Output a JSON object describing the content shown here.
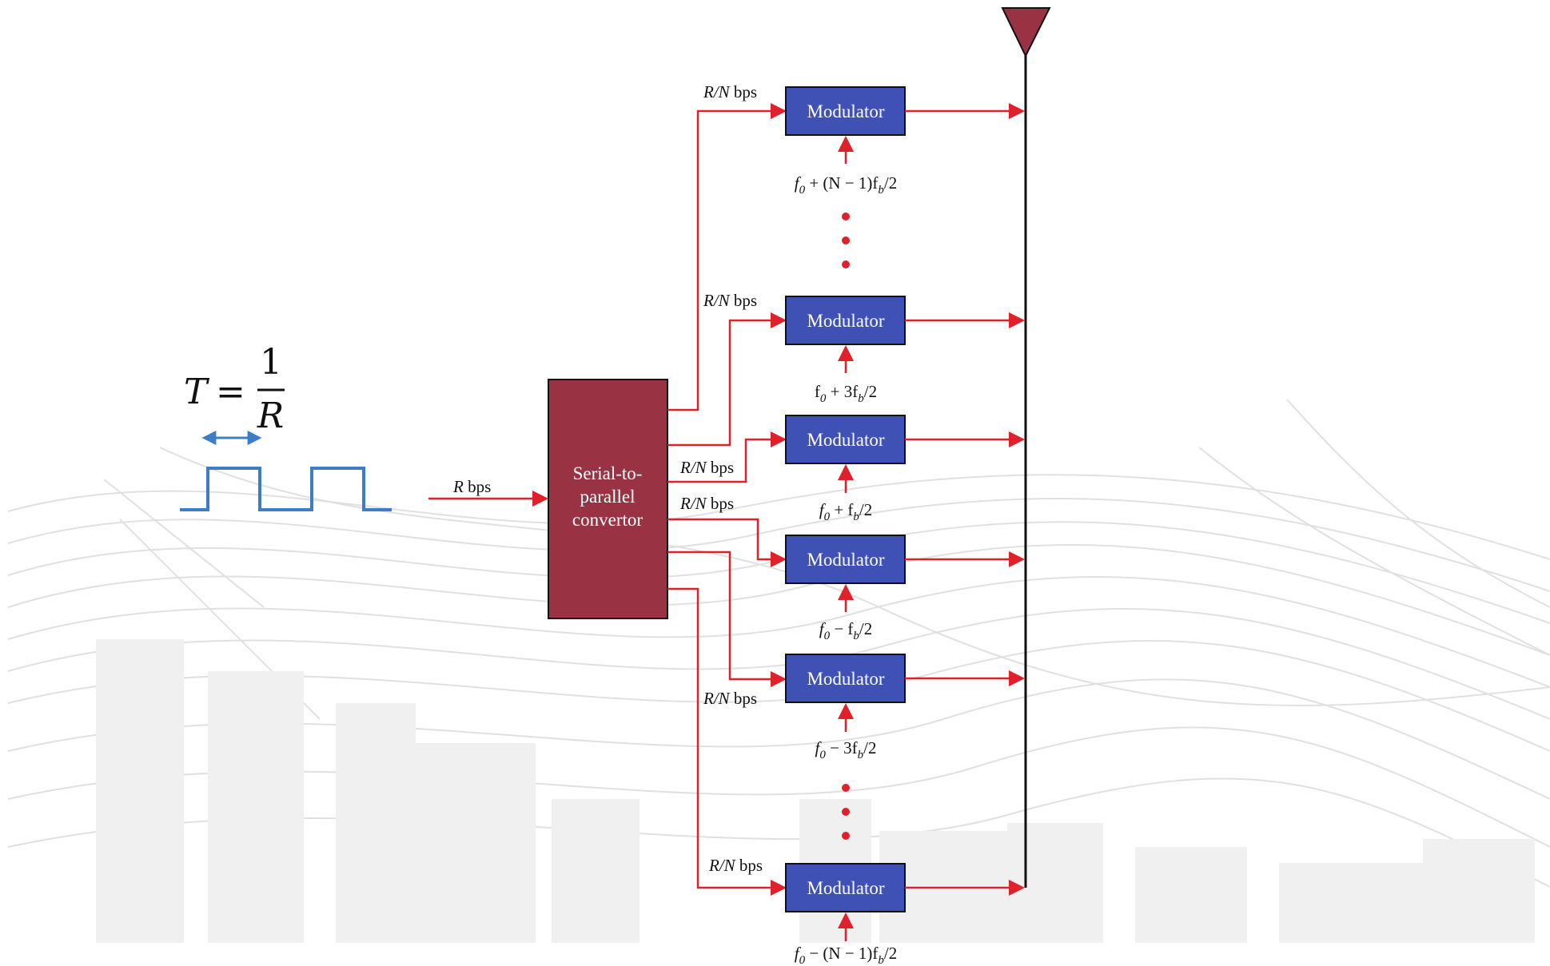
{
  "period_formula": {
    "lhs": "T",
    "eq": "=",
    "numerator": "1",
    "denominator": "R"
  },
  "input_rate": {
    "var": "R",
    "unit": "bps"
  },
  "converter": {
    "line1": "Serial-to-",
    "line2": "parallel",
    "line3": "convertor"
  },
  "modulator_label": "Modulator",
  "branch_rate": {
    "var": "R/N",
    "unit": "bps"
  },
  "frequencies": [
    {
      "f0": "f",
      "sub": "0",
      "text": " + (N − 1)f",
      "sub2": "b",
      "tail": "/2"
    },
    {
      "f0": "f",
      "sub": "0",
      "text": " + 3f",
      "sub2": "b",
      "tail": "/2"
    },
    {
      "f0": "f",
      "sub": "0",
      "text": " + f",
      "sub2": "b",
      "tail": "/2"
    },
    {
      "f0": "f",
      "sub": "0",
      "text": " − f",
      "sub2": "b",
      "tail": "/2"
    },
    {
      "f0": "f",
      "sub": "0",
      "text": " − 3f",
      "sub2": "b",
      "tail": "/2"
    },
    {
      "f0": "f",
      "sub": "0",
      "text": " − (N − 1)f",
      "sub2": "b",
      "tail": "/2"
    }
  ],
  "colors": {
    "modulator_fill": "#3f51b5",
    "converter_fill": "#993344",
    "antenna_fill": "#993344",
    "signal_line": "#e0202a",
    "pulse_line": "#3d7cc9",
    "background_art": "#d6d6d6"
  }
}
